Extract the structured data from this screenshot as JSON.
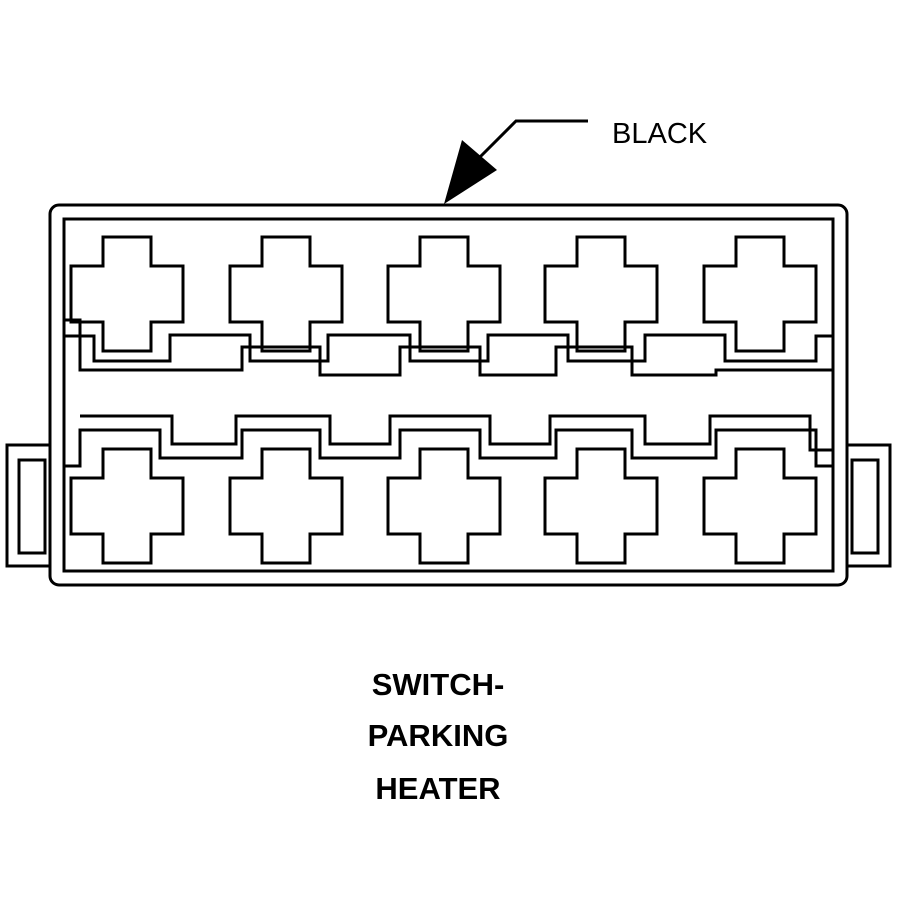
{
  "callout": {
    "label": "BLACK"
  },
  "component": {
    "title_lines": [
      "SWITCH-",
      "PARKING",
      "HEATER"
    ]
  },
  "connector": {
    "rows": 2,
    "cavities_per_row": 5,
    "color_hex": "#000000"
  }
}
